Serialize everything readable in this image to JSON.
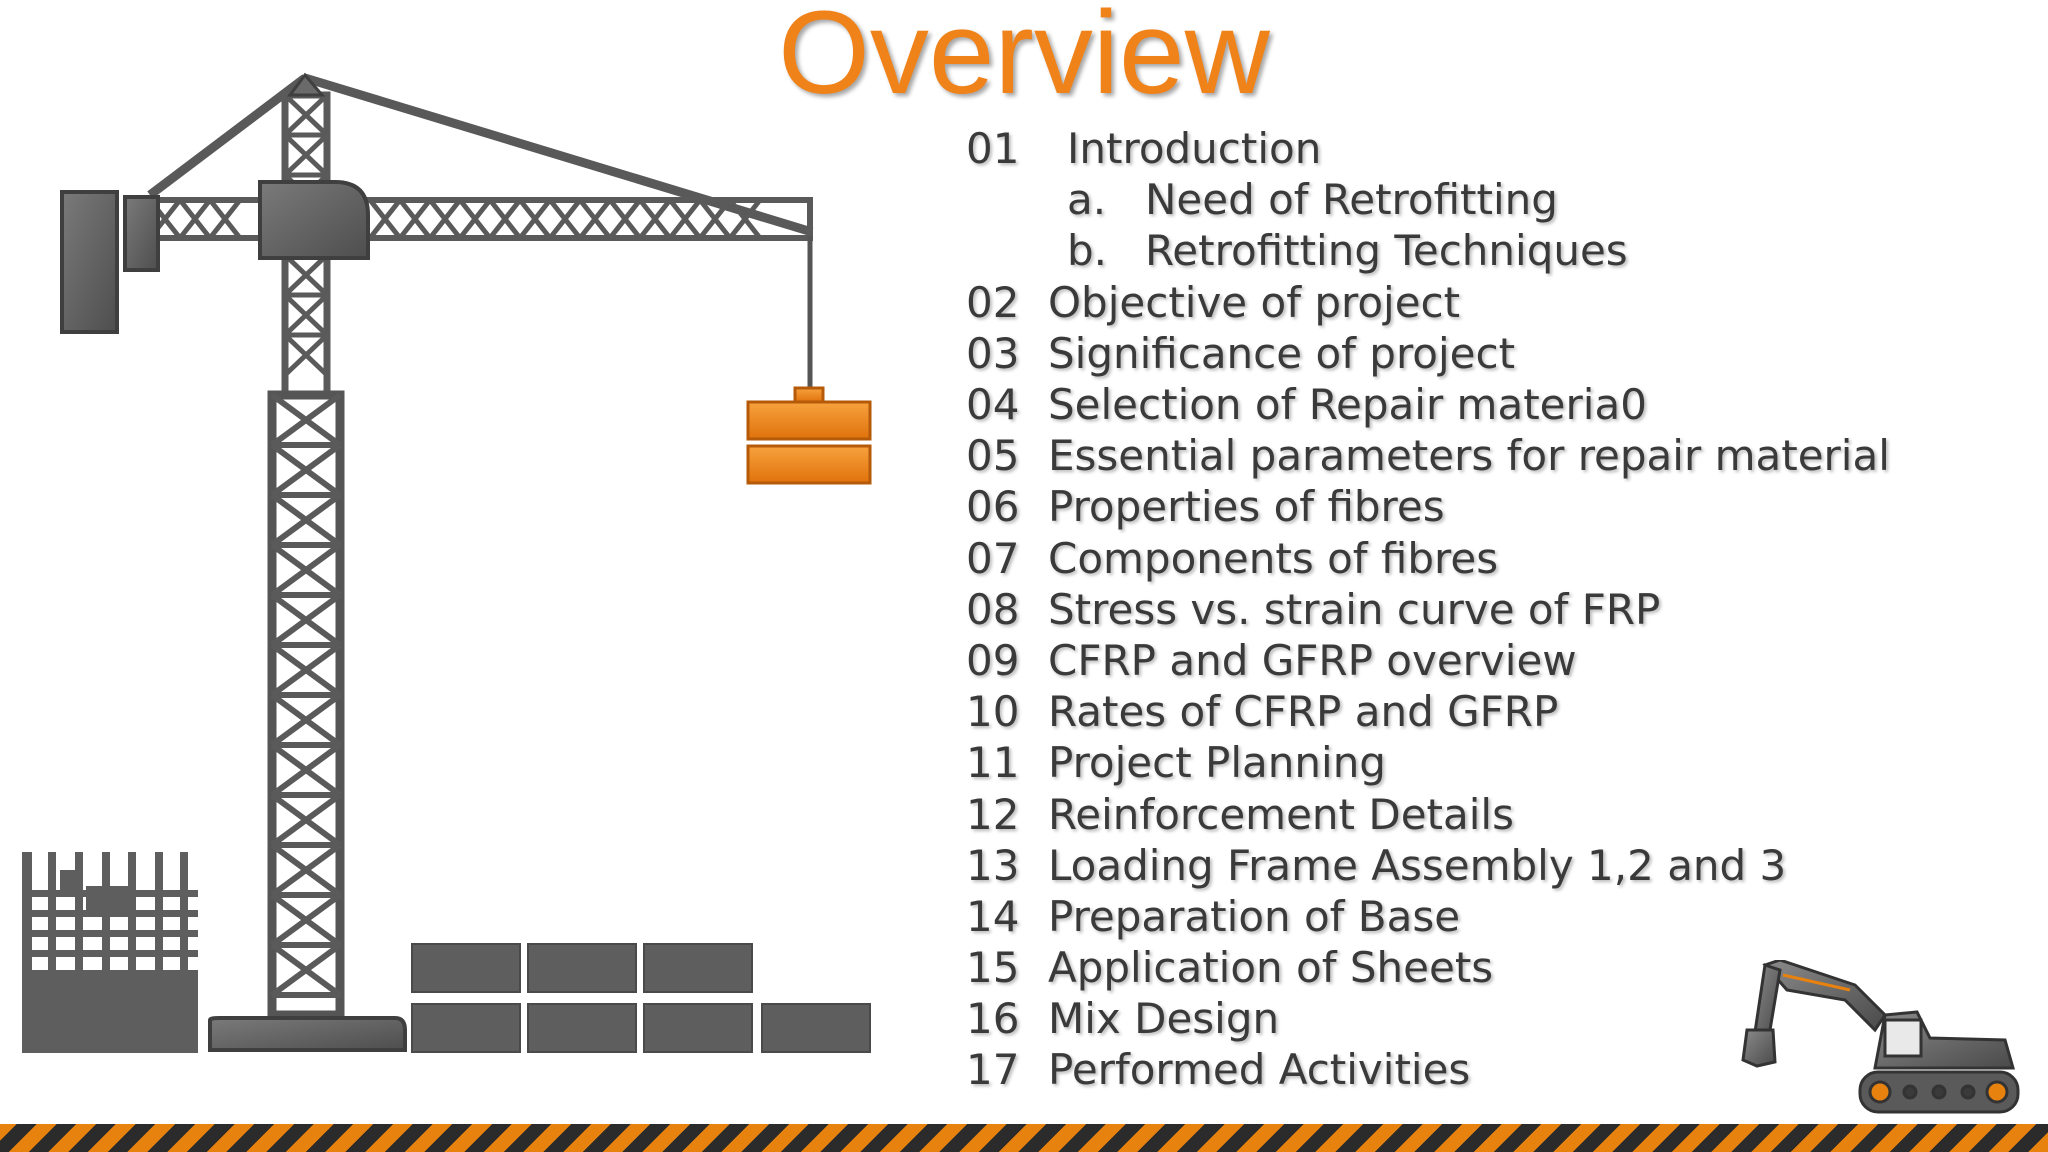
{
  "slide": {
    "title": "Overview",
    "accent_color": "#f0821a",
    "toc": [
      {
        "num": "01",
        "label": "Introduction"
      },
      {
        "letter": "a.",
        "label": "Need of Retrofitting"
      },
      {
        "letter": "b.",
        "label": "Retrofitting Techniques"
      },
      {
        "num": "02",
        "label": "Objective of project"
      },
      {
        "num": "03",
        "label": "Significance of project"
      },
      {
        "num": "04",
        "label": "Selection of Repair materia0"
      },
      {
        "num": "05",
        "label": "Essential parameters for repair material"
      },
      {
        "num": "06",
        "label": "Properties of fibres"
      },
      {
        "num": "07",
        "label": "Components of fibres"
      },
      {
        "num": "08",
        "label": "Stress vs. strain curve of FRP"
      },
      {
        "num": "09",
        "label": "CFRP and GFRP overview"
      },
      {
        "num": "10",
        "label": "Rates of CFRP and GFRP"
      },
      {
        "num": "11",
        "label": "Project Planning"
      },
      {
        "num": "12",
        "label": "Reinforcement Details"
      },
      {
        "num": "13",
        "label": "Loading Frame Assembly 1,2 and 3"
      },
      {
        "num": "14",
        "label": "Preparation of Base"
      },
      {
        "num": "15",
        "label": "Application of Sheets"
      },
      {
        "num": "16",
        "label": "Mix Design"
      },
      {
        "num": "17",
        "label": "Performed Activities"
      }
    ],
    "illustrations": [
      "tower-crane-icon",
      "building-icon",
      "brick-stack-icon",
      "excavator-icon",
      "hazard-stripe"
    ]
  }
}
